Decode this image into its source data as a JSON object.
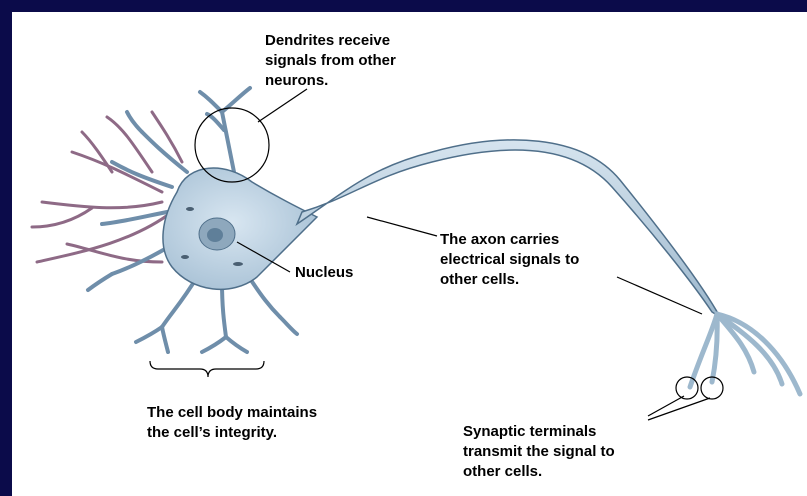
{
  "diagram": {
    "labels": {
      "dendrites": "Dendrites receive\nsignals from other\nneurons.",
      "nucleus": "Nucleus",
      "axon": "The axon carries\nelectrical signals to\nother cells.",
      "cell_body": "The cell body maintains\nthe cell’s integrity.",
      "synaptic": "Synaptic terminals\ntransmit the signal to\nother cells."
    },
    "colors": {
      "background": "#0b0b4a",
      "panel": "#ffffff",
      "neuron_fill": "#b9cfe0",
      "neuron_stroke": "#4f6f8a",
      "dendrite_tips": "#8e6a86",
      "text": "#000000"
    }
  }
}
